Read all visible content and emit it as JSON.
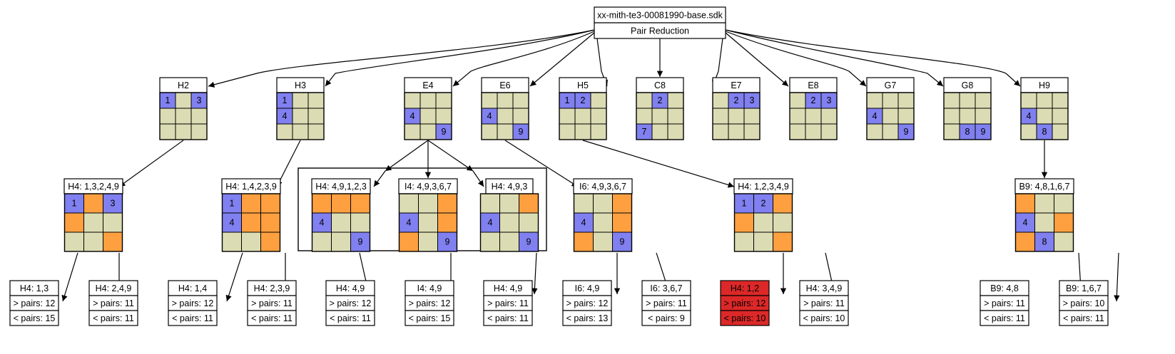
{
  "colors": {
    "given": "#8080f0",
    "pair": "#ffa040",
    "empty": "#dcdcb4",
    "conflict": "#dc2828",
    "line": "#000000",
    "box_bg": "#ffffff"
  },
  "root": {
    "title": "xx-mith-te3-00081990-base.sdk",
    "subtitle": "Pair Reduction"
  },
  "level1": [
    {
      "title": "H2",
      "cells": [
        [
          "g",
          "1"
        ],
        [
          "e",
          ""
        ],
        [
          "g",
          "3"
        ],
        [
          "e",
          ""
        ],
        [
          "e",
          ""
        ],
        [
          "e",
          ""
        ],
        [
          "e",
          ""
        ],
        [
          "e",
          ""
        ],
        [
          "e",
          ""
        ]
      ]
    },
    {
      "title": "H3",
      "cells": [
        [
          "g",
          "1"
        ],
        [
          "e",
          ""
        ],
        [
          "e",
          ""
        ],
        [
          "g",
          "4"
        ],
        [
          "e",
          ""
        ],
        [
          "e",
          ""
        ],
        [
          "e",
          ""
        ],
        [
          "e",
          ""
        ],
        [
          "e",
          ""
        ]
      ]
    },
    {
      "title": "E4",
      "cells": [
        [
          "e",
          ""
        ],
        [
          "e",
          ""
        ],
        [
          "e",
          ""
        ],
        [
          "g",
          "4"
        ],
        [
          "e",
          ""
        ],
        [
          "e",
          ""
        ],
        [
          "e",
          ""
        ],
        [
          "e",
          ""
        ],
        [
          "g",
          "9"
        ]
      ]
    },
    {
      "title": "E6",
      "cells": [
        [
          "e",
          ""
        ],
        [
          "e",
          ""
        ],
        [
          "e",
          ""
        ],
        [
          "g",
          "4"
        ],
        [
          "e",
          ""
        ],
        [
          "e",
          ""
        ],
        [
          "e",
          ""
        ],
        [
          "e",
          ""
        ],
        [
          "g",
          "9"
        ]
      ]
    },
    {
      "title": "H5",
      "cells": [
        [
          "g",
          "1"
        ],
        [
          "g",
          "2"
        ],
        [
          "e",
          ""
        ],
        [
          "e",
          ""
        ],
        [
          "e",
          ""
        ],
        [
          "e",
          ""
        ],
        [
          "e",
          ""
        ],
        [
          "e",
          ""
        ],
        [
          "e",
          ""
        ]
      ]
    },
    {
      "title": "C8",
      "cells": [
        [
          "e",
          ""
        ],
        [
          "g",
          "2"
        ],
        [
          "e",
          ""
        ],
        [
          "e",
          ""
        ],
        [
          "e",
          ""
        ],
        [
          "e",
          ""
        ],
        [
          "g",
          "7"
        ],
        [
          "e",
          ""
        ],
        [
          "e",
          ""
        ]
      ]
    },
    {
      "title": "E7",
      "cells": [
        [
          "e",
          ""
        ],
        [
          "g",
          "2"
        ],
        [
          "g",
          "3"
        ],
        [
          "e",
          ""
        ],
        [
          "e",
          ""
        ],
        [
          "e",
          ""
        ],
        [
          "e",
          ""
        ],
        [
          "e",
          ""
        ],
        [
          "e",
          ""
        ]
      ]
    },
    {
      "title": "E8",
      "cells": [
        [
          "e",
          ""
        ],
        [
          "g",
          "2"
        ],
        [
          "g",
          "3"
        ],
        [
          "e",
          ""
        ],
        [
          "e",
          ""
        ],
        [
          "e",
          ""
        ],
        [
          "e",
          ""
        ],
        [
          "e",
          ""
        ],
        [
          "e",
          ""
        ]
      ]
    },
    {
      "title": "G7",
      "cells": [
        [
          "e",
          ""
        ],
        [
          "e",
          ""
        ],
        [
          "e",
          ""
        ],
        [
          "g",
          "4"
        ],
        [
          "e",
          ""
        ],
        [
          "e",
          ""
        ],
        [
          "e",
          ""
        ],
        [
          "e",
          ""
        ],
        [
          "g",
          "9"
        ]
      ]
    },
    {
      "title": "G8",
      "cells": [
        [
          "e",
          ""
        ],
        [
          "e",
          ""
        ],
        [
          "e",
          ""
        ],
        [
          "e",
          ""
        ],
        [
          "e",
          ""
        ],
        [
          "e",
          ""
        ],
        [
          "e",
          ""
        ],
        [
          "g",
          "8"
        ],
        [
          "g",
          "9"
        ]
      ]
    },
    {
      "title": "H9",
      "cells": [
        [
          "e",
          ""
        ],
        [
          "e",
          ""
        ],
        [
          "e",
          ""
        ],
        [
          "g",
          "4"
        ],
        [
          "e",
          ""
        ],
        [
          "e",
          ""
        ],
        [
          "e",
          ""
        ],
        [
          "g",
          "8"
        ],
        [
          "e",
          ""
        ]
      ]
    }
  ],
  "level2": [
    {
      "title": "H4: 1,3,2,4,9",
      "cells": [
        [
          "g",
          "1"
        ],
        [
          "p",
          ""
        ],
        [
          "g",
          "3"
        ],
        [
          "p",
          ""
        ],
        [
          "e",
          ""
        ],
        [
          "e",
          ""
        ],
        [
          "e",
          ""
        ],
        [
          "e",
          ""
        ],
        [
          "p",
          ""
        ]
      ]
    },
    {
      "title": "H4: 1,4,2,3,9",
      "cells": [
        [
          "g",
          "1"
        ],
        [
          "p",
          ""
        ],
        [
          "p",
          ""
        ],
        [
          "g",
          "4"
        ],
        [
          "p",
          ""
        ],
        [
          "p",
          ""
        ],
        [
          "e",
          ""
        ],
        [
          "e",
          ""
        ],
        [
          "p",
          ""
        ]
      ]
    },
    {
      "title": "H4: 4,9,1,2,3",
      "cells": [
        [
          "p",
          ""
        ],
        [
          "p",
          ""
        ],
        [
          "p",
          ""
        ],
        [
          "g",
          "4"
        ],
        [
          "e",
          ""
        ],
        [
          "e",
          ""
        ],
        [
          "e",
          ""
        ],
        [
          "e",
          ""
        ],
        [
          "g",
          "9"
        ]
      ]
    },
    {
      "title": "I4: 4,9,3,6,7",
      "cells": [
        [
          "e",
          ""
        ],
        [
          "e",
          ""
        ],
        [
          "p",
          ""
        ],
        [
          "g",
          "4"
        ],
        [
          "e",
          ""
        ],
        [
          "p",
          ""
        ],
        [
          "p",
          ""
        ],
        [
          "e",
          ""
        ],
        [
          "g",
          "9"
        ]
      ]
    },
    {
      "title": "H4: 4,9,3",
      "cells": [
        [
          "e",
          ""
        ],
        [
          "e",
          ""
        ],
        [
          "p",
          ""
        ],
        [
          "g",
          "4"
        ],
        [
          "e",
          ""
        ],
        [
          "e",
          ""
        ],
        [
          "e",
          ""
        ],
        [
          "e",
          ""
        ],
        [
          "g",
          "9"
        ]
      ]
    },
    {
      "title": "I6: 4,9,3,6,7",
      "cells": [
        [
          "e",
          ""
        ],
        [
          "e",
          ""
        ],
        [
          "p",
          ""
        ],
        [
          "g",
          "4"
        ],
        [
          "e",
          ""
        ],
        [
          "p",
          ""
        ],
        [
          "p",
          ""
        ],
        [
          "e",
          ""
        ],
        [
          "g",
          "9"
        ]
      ]
    },
    {
      "title": "H4: 1,2,3,4,9",
      "cells": [
        [
          "g",
          "1"
        ],
        [
          "g",
          "2"
        ],
        [
          "p",
          ""
        ],
        [
          "p",
          ""
        ],
        [
          "e",
          ""
        ],
        [
          "e",
          ""
        ],
        [
          "e",
          ""
        ],
        [
          "e",
          ""
        ],
        [
          "p",
          ""
        ]
      ]
    },
    {
      "title": "B9: 4,8,1,6,7",
      "cells": [
        [
          "p",
          ""
        ],
        [
          "e",
          ""
        ],
        [
          "e",
          ""
        ],
        [
          "g",
          "4"
        ],
        [
          "e",
          ""
        ],
        [
          "p",
          ""
        ],
        [
          "p",
          ""
        ],
        [
          "g",
          "8"
        ],
        [
          "e",
          ""
        ]
      ]
    }
  ],
  "level3": [
    {
      "title": "H4: 1,3",
      "more": "> pairs: 12",
      "less": "< pairs: 15",
      "conflict": false
    },
    {
      "title": "H4: 2,4,9",
      "more": "> pairs: 11",
      "less": "< pairs: 11",
      "conflict": false
    },
    {
      "title": "H4: 1,4",
      "more": "> pairs: 12",
      "less": "< pairs: 11",
      "conflict": false
    },
    {
      "title": "H4: 2,3,9",
      "more": "> pairs: 11",
      "less": "< pairs: 11",
      "conflict": false
    },
    {
      "title": "H4: 4,9",
      "more": "> pairs: 12",
      "less": "< pairs: 11",
      "conflict": false
    },
    {
      "title": "I4: 4,9",
      "more": "> pairs: 12",
      "less": "< pairs: 15",
      "conflict": false
    },
    {
      "title": "H4: 4,9",
      "more": "> pairs: 11",
      "less": "< pairs: 11",
      "conflict": false
    },
    {
      "title": "I6: 4,9",
      "more": "> pairs: 12",
      "less": "< pairs: 13",
      "conflict": false
    },
    {
      "title": "I6: 3,6,7",
      "more": "> pairs: 11",
      "less": "< pairs: 9",
      "conflict": false
    },
    {
      "title": "H4: 1,2",
      "more": "> pairs: 12",
      "less": "< pairs: 10",
      "conflict": true
    },
    {
      "title": "H4: 3,4,9",
      "more": "> pairs: 11",
      "less": "< pairs: 10",
      "conflict": false
    },
    {
      "title": "B9: 4,8",
      "more": "> pairs: 11",
      "less": "< pairs: 11",
      "conflict": false
    },
    {
      "title": "B9: 1,6,7",
      "more": "> pairs: 10",
      "less": "< pairs: 11",
      "conflict": false
    }
  ]
}
